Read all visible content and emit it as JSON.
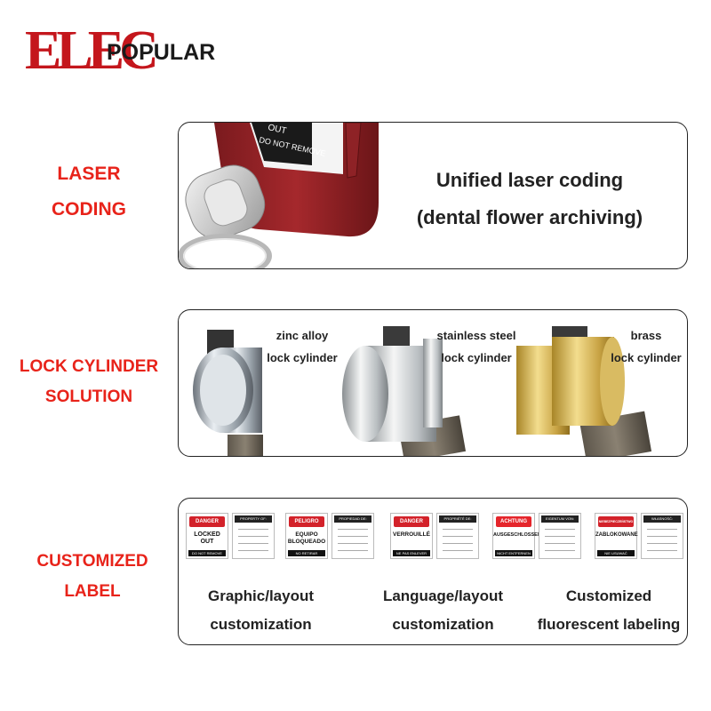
{
  "brand": {
    "logo_text": "ELEC",
    "name": "POPULAR",
    "color": "#c4161c"
  },
  "colors": {
    "label_red": "#e8231a",
    "panel_border": "#222222"
  },
  "sections": {
    "laser": {
      "label_line1": "LASER",
      "label_line2": "CODING",
      "headline_line1": "Unified laser coding",
      "headline_line2": "(dental flower archiving)",
      "lock_text_line1": "DO NOT REMOVE",
      "lock_text_line2": "OUT"
    },
    "cylinder": {
      "label_line1": "LOCK CYLINDER",
      "label_line2": "SOLUTION",
      "items": [
        {
          "line1": "zinc alloy",
          "line2": "lock cylinder"
        },
        {
          "line1": "stainless steel",
          "line2": "lock cylinder"
        },
        {
          "line1": "brass",
          "line2": "lock cylinder"
        }
      ]
    },
    "label": {
      "label_line1": "CUSTOMIZED",
      "label_line2": "LABEL",
      "captions": [
        {
          "line1": "Graphic/layout",
          "line2": "customization"
        },
        {
          "line1": "Language/layout",
          "line2": "customization"
        },
        {
          "line1": "Customized",
          "line2": "fluorescent labeling"
        }
      ],
      "tags": [
        {
          "header": "DANGER",
          "body": "LOCKED OUT",
          "footer": "DO NOT REMOVE",
          "owner": "PROPERTY OF:"
        },
        {
          "header": "PELIGRO",
          "body": "EQUIPO BLOQUEADO",
          "footer": "NO RETIRAR",
          "owner": "PROPIEDAD DE:"
        },
        {
          "header": "DANGER",
          "body": "VERROUILLÉ",
          "footer": "NE PAS ENLEVER",
          "owner": "PROPRIÉTÉ DE:"
        },
        {
          "header": "ACHTUNG",
          "body": "AUSGESCHLOSSEN",
          "footer": "NICHT ENTFERNEN",
          "owner": "EIGENTUM VON:"
        },
        {
          "header": "NIEBEZPIECZEŃSTWO",
          "body": "ZABLOKOWANE",
          "footer": "NIE USUWAĆ",
          "owner": "WŁASNOŚĆ:"
        }
      ]
    }
  }
}
